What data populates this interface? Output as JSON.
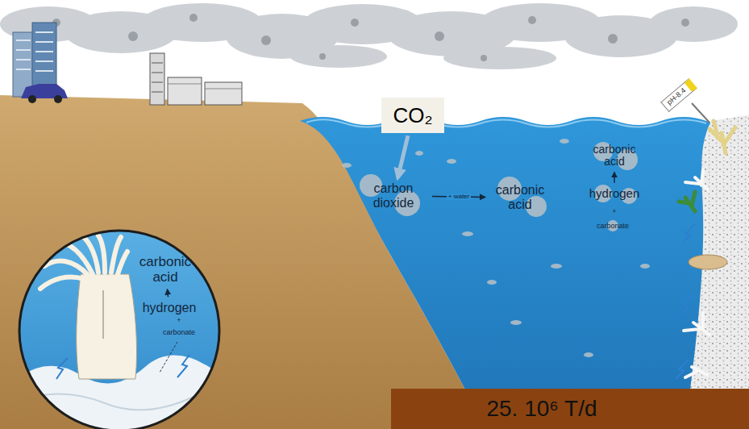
{
  "diagram": {
    "nodes": [
      {
        "text": [
          "CO₂"
        ]
      },
      {
        "text": [
          "pH-8.4"
        ]
      },
      {
        "text": [
          "carbon dioxide"
        ]
      },
      {
        "text": [
          "carbonic acid"
        ]
      },
      {
        "text": [
          "carbonic acid"
        ]
      },
      {
        "text": [
          "hydrogen"
        ]
      },
      {
        "text": [
          "carbonate"
        ]
      },
      {
        "text": [
          "carbonic acid"
        ]
      },
      {
        "text": [
          "hydrogen"
        ]
      },
      {
        "text": [
          "carbonate"
        ]
      },
      {
        "text": [
          "25. 10⁶ T/d"
        ]
      }
    ],
    "edges": [
      {
        "from": 0,
        "to": 2,
        "arrow": "to"
      },
      {
        "from": 2,
        "to": 3,
        "label": "+ water",
        "arrow": "to"
      },
      {
        "from": 5,
        "to": 4,
        "arrow": "to"
      },
      {
        "from": 8,
        "to": 7,
        "arrow": "to"
      }
    ],
    "labels": [
      "+",
      "+"
    ]
  }
}
